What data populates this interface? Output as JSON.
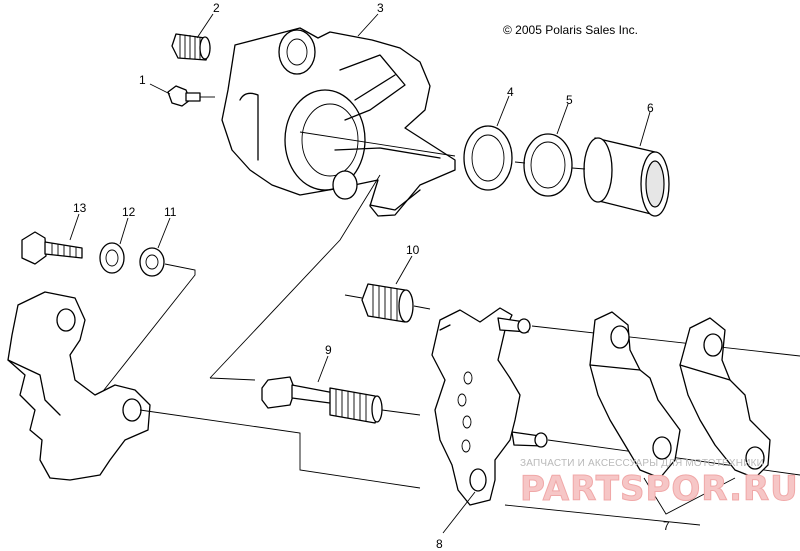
{
  "copyright": "© 2005 Polaris Sales Inc.",
  "callouts": [
    "1",
    "2",
    "3",
    "4",
    "5",
    "6",
    "7",
    "8",
    "9",
    "10",
    "11",
    "12",
    "13"
  ],
  "watermark": {
    "caption": "ЗАПЧАСТИ И АКСЕССУАРЫ ДЛЯ МОТОТЕХНИКИ",
    "logo": "PARTSPOR.RU"
  }
}
